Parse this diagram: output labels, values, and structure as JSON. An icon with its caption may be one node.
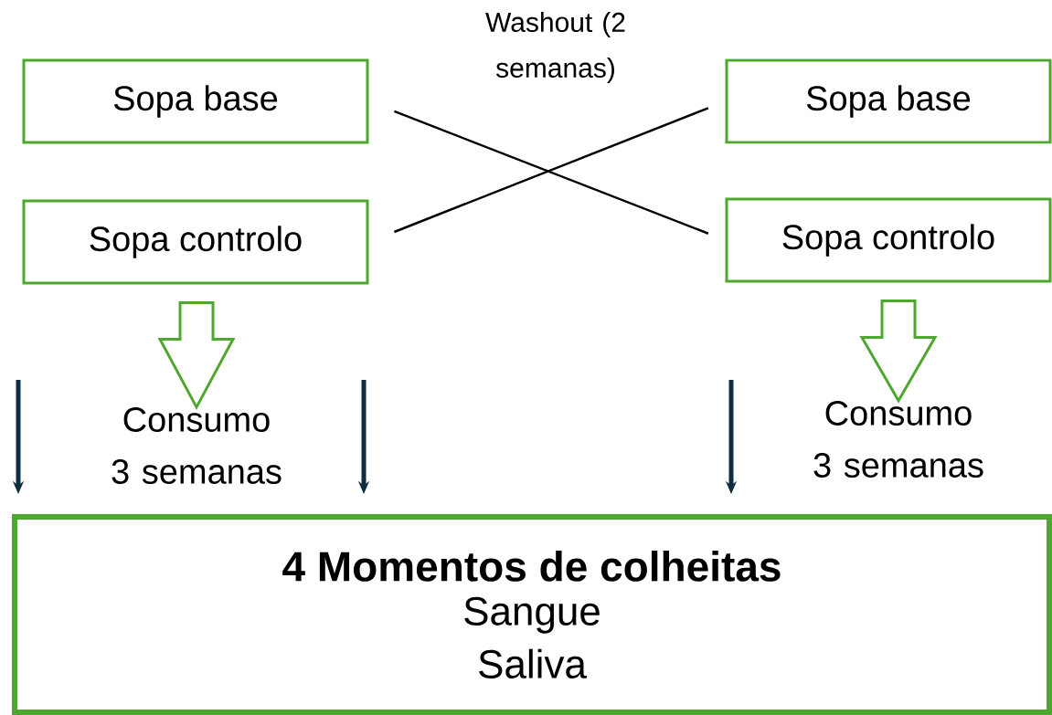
{
  "diagram": {
    "nodes": [
      {
        "text": [
          "Sopa base"
        ]
      },
      {
        "text": [
          "Sopa controlo"
        ]
      },
      {
        "text": [
          "Sopa base"
        ]
      },
      {
        "text": [
          "Sopa controlo"
        ]
      },
      {
        "text": [
          "4 Momentos de colheitas",
          "Sangue",
          "Saliva"
        ]
      },
      {
        "text": [
          "Consumo 3 semanas"
        ]
      },
      {
        "text": [
          "Consumo 3 semanas"
        ]
      }
    ],
    "edges": [
      {
        "from": 0,
        "to": 3,
        "arrow": "none"
      },
      {
        "from": 1,
        "to": 2,
        "arrow": "none"
      },
      {
        "from": 1,
        "to": 5,
        "arrow": "to",
        "color": "#4ea72e",
        "style": "thick"
      },
      {
        "from": 3,
        "to": 6,
        "arrow": "to",
        "color": "#4ea72e",
        "style": "thick"
      },
      {
        "from": null,
        "to": 4,
        "arrow": "to"
      },
      {
        "from": null,
        "to": 4,
        "arrow": "to"
      },
      {
        "from": null,
        "to": 4,
        "arrow": "to"
      }
    ],
    "labels": [
      "Washout (2 semanas)"
    ]
  }
}
